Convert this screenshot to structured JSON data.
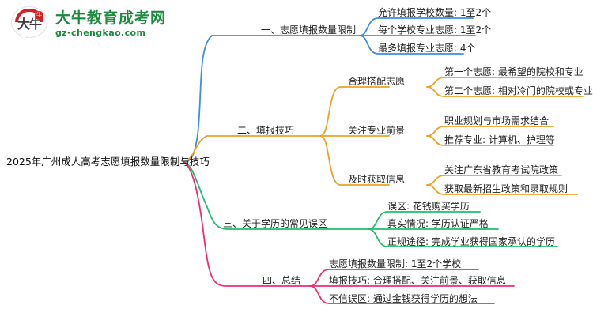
{
  "brand": {
    "mark_text": "大牛",
    "badge_text": "牛",
    "title": "大牛教育成考网",
    "subtitle": "gz-chengkao.com",
    "green": "#1a8a3c",
    "red": "#d62021"
  },
  "mindmap": {
    "root": "2025年广州成人高考志愿填报数量限制与技巧",
    "colors": {
      "branch1": "#3d8fe0",
      "branch2": "#eda226",
      "branch3": "#20bf6b",
      "branch4": "#ef2d74"
    },
    "branches": [
      {
        "label": "一、志愿填报数量限制",
        "color": "#3d8fe0",
        "children": [
          {
            "label": "允许填报学校数量: 1至2个",
            "children": []
          },
          {
            "label": "每个学校专业志愿: 1至2个",
            "children": []
          },
          {
            "label": "最多填报专业志愿: 4个",
            "children": []
          }
        ]
      },
      {
        "label": "二、填报技巧",
        "color": "#eda226",
        "children": [
          {
            "label": "合理搭配志愿",
            "children": [
              {
                "label": "第一个志愿: 最希望的院校和专业"
              },
              {
                "label": "第二个志愿: 相对冷门的院校或专业"
              }
            ]
          },
          {
            "label": "关注专业前景",
            "children": [
              {
                "label": "职业规划与市场需求结合"
              },
              {
                "label": "推荐专业: 计算机、护理等"
              }
            ]
          },
          {
            "label": "及时获取信息",
            "children": [
              {
                "label": "关注广东省教育考试院政策"
              },
              {
                "label": "获取最新招生政策和录取规则"
              }
            ]
          }
        ]
      },
      {
        "label": "三、关于学历的常见误区",
        "color": "#20bf6b",
        "children": [
          {
            "label": "误区: 花钱购买学历",
            "children": []
          },
          {
            "label": "真实情况: 学历认证严格",
            "children": []
          },
          {
            "label": "正规途径: 完成学业获得国家承认的学历",
            "children": []
          }
        ]
      },
      {
        "label": "四、总结",
        "color": "#ef2d74",
        "children": [
          {
            "label": "志愿填报数量限制: 1至2个学校",
            "children": []
          },
          {
            "label": "填报技巧: 合理搭配、关注前景、获取信息",
            "children": []
          },
          {
            "label": "不信误区: 通过金钱获得学历的想法",
            "children": []
          }
        ]
      }
    ]
  }
}
